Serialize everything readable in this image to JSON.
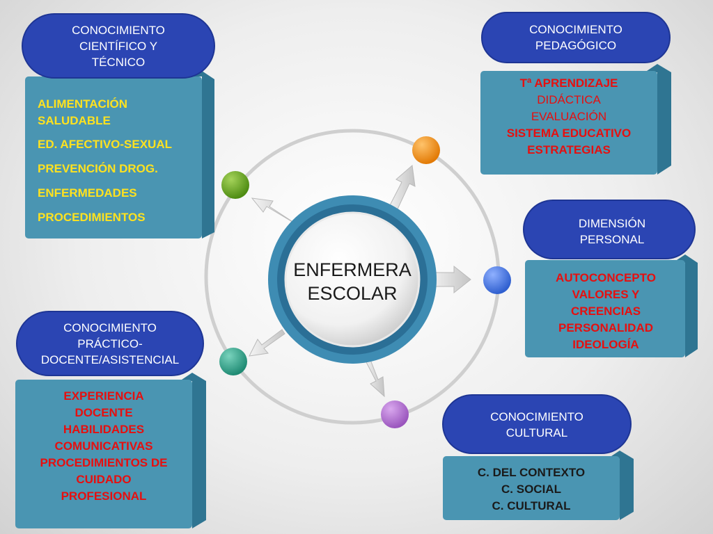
{
  "center": {
    "lines": [
      "ENFERMERA",
      "ESCOLAR"
    ]
  },
  "colors": {
    "pill": "#2b45b3",
    "card_front": "#4a95b2",
    "card_side": "#2f7592",
    "ring": "#cfcfcf",
    "center_ring": "#3e8cb3",
    "node_orange": "#f08a10",
    "node_green": "#5a9e18",
    "node_blue": "#3f6fd8",
    "node_teal": "#2a9a82",
    "node_purple": "#a867c9"
  },
  "boxes": {
    "cientifico": {
      "title": [
        "CONOCIMIENTO",
        "CIENTÍFICO Y",
        "TÉCNICO"
      ],
      "items": [
        "ALIMENTACIÓN SALUDABLE",
        "ED. AFECTIVO-SEXUAL",
        "PREVENCIÓN DROG.",
        "ENFERMEDADES",
        "PROCEDIMIENTOS"
      ]
    },
    "pedagogico": {
      "title": [
        "CONOCIMIENTO",
        "PEDAGÓGICO"
      ],
      "items": [
        "Tª APRENDIZAJE",
        "DIDÁCTICA",
        "EVALUACIÓN",
        "SISTEMA EDUCATIVO",
        "ESTRATEGIAS"
      ]
    },
    "personal": {
      "title": [
        "DIMENSIÓN",
        "PERSONAL"
      ],
      "items": [
        "AUTOCONCEPTO",
        "VALORES Y",
        "CREENCIAS",
        "PERSONALIDAD",
        "IDEOLOGÍA"
      ]
    },
    "practico": {
      "title": [
        "CONOCIMIENTO",
        "PRÁCTICO-",
        "DOCENTE/ASISTENCIAL"
      ],
      "items": [
        "EXPERIENCIA",
        "DOCENTE",
        "HABILIDADES",
        "COMUNICATIVAS",
        "PROCEDIMIENTOS DE",
        "CUIDADO",
        "PROFESIONAL"
      ]
    },
    "cultural": {
      "title": [
        "CONOCIMIENTO",
        "CULTURAL"
      ],
      "items": [
        "C. DEL CONTEXTO",
        "C. SOCIAL",
        "C. CULTURAL"
      ]
    }
  }
}
